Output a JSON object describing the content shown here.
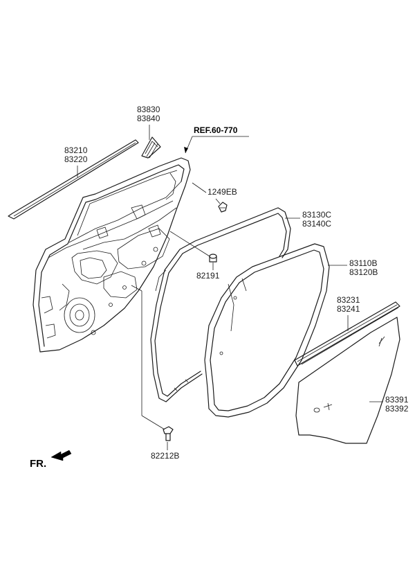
{
  "ref": {
    "text": "REF.60-770"
  },
  "labels": {
    "p83830": "83830",
    "p83840": "83840",
    "p83210": "83210",
    "p83220": "83220",
    "p1249EB": "1249EB",
    "p83130C": "83130C",
    "p83140C": "83140C",
    "p83110B": "83110B",
    "p83120B": "83120B",
    "p82191": "82191",
    "p83231": "83231",
    "p83241": "83241",
    "p83391": "83391",
    "p83392": "83392",
    "p82212B": "82212B"
  },
  "front": {
    "text": "FR."
  },
  "icons": [
    "front-direction-arrow-icon"
  ]
}
